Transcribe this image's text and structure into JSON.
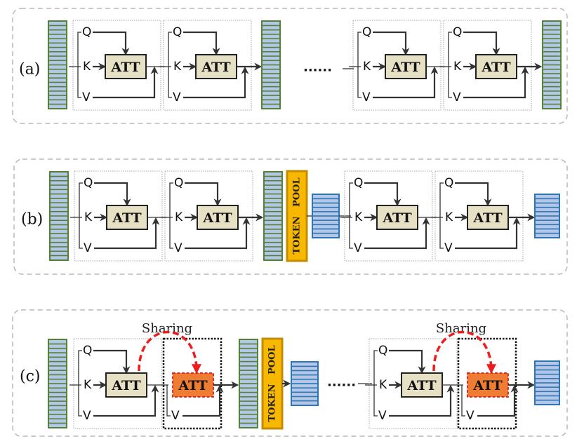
{
  "figure": {
    "panels": [
      {
        "id": "a",
        "label": "(a)",
        "ellipsis": "......",
        "has_token_pool": false,
        "has_sharing": false
      },
      {
        "id": "b",
        "label": "(b)",
        "ellipsis": "",
        "has_token_pool": true,
        "has_sharing": false
      },
      {
        "id": "c",
        "label": "(c)",
        "ellipsis": "......",
        "has_token_pool": true,
        "has_sharing": true
      }
    ],
    "attention_label": "ATT",
    "inputs": {
      "q": "Q",
      "k": "K",
      "v": "V"
    },
    "token_pool_label": "TOKEN   POOL",
    "sharing_label": "Sharing",
    "colors": {
      "token_fill": "#b4c7e7",
      "token_green_border": "#548235",
      "token_blue_border": "#2e75b6",
      "att_fill": "#e6e0c4",
      "att_shared_fill": "#ee7d33",
      "sharing_arrow": "#ee1c1c",
      "pool_fill": "#f9b800"
    }
  }
}
